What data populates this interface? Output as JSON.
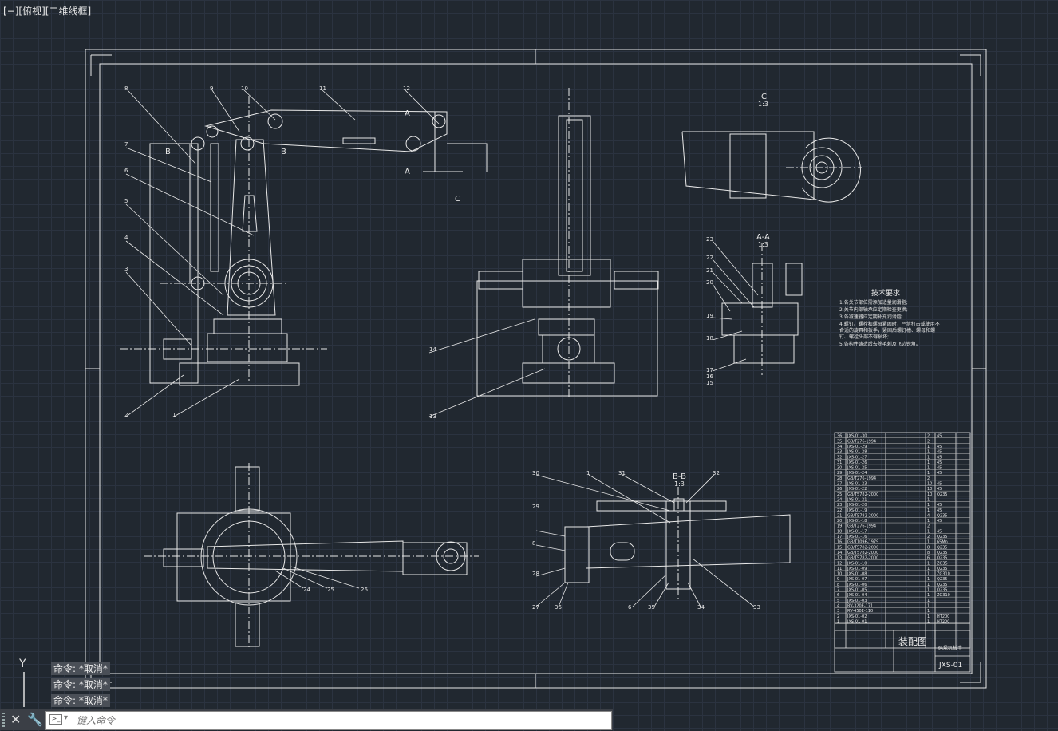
{
  "viewport": {
    "label": "[−][俯视][二维线框]"
  },
  "drawing": {
    "section_labels": {
      "b_left": "B",
      "b_right": "B",
      "a_top": "A",
      "a_bottom": "A",
      "c_small": "C",
      "view_c": "C",
      "view_c_scale": "1:3",
      "view_aa": "A-A",
      "view_aa_scale": "1:3",
      "view_bb": "B-B",
      "view_bb_scale": "1:3"
    },
    "balloons_main": [
      "8",
      "9",
      "10",
      "11",
      "12",
      "7",
      "6",
      "5",
      "4",
      "3",
      "2",
      "1"
    ],
    "balloons_front": [
      "14",
      "13"
    ],
    "balloons_section": [
      "23",
      "22",
      "21",
      "20",
      "19",
      "18",
      "17",
      "16",
      "15"
    ],
    "balloons_top": [
      "24",
      "25",
      "26"
    ],
    "balloons_bb": [
      "30",
      "1",
      "31",
      "32",
      "29",
      "8",
      "28",
      "27",
      "36",
      "6",
      "35",
      "34",
      "33"
    ],
    "tech_title": "技术要求",
    "tech_lines": [
      "1.各关节部位需添加适量润滑脂;",
      "2.关节内部轴承应定期检查更换;",
      "3.各减速器应定期补充润滑脂;",
      "4.螺钉、螺栓和螺母紧固时，严禁打击或使用不",
      "  合适的旋具和扳手，紧固后螺钉槽、螺母和螺",
      "  钉、螺栓头部不得损坏;",
      "5.各构件铸造后去除毛刺及飞边锐角。"
    ],
    "bom": {
      "rows": [
        {
          "no": "36",
          "code": "JXS-01-30",
          "qty": "2",
          "mat": "45"
        },
        {
          "no": "35",
          "code": "GB/T276-1994",
          "qty": "2",
          "mat": ""
        },
        {
          "no": "34",
          "code": "JXS-01-29",
          "qty": "1",
          "mat": "45"
        },
        {
          "no": "33",
          "code": "JXS-01-28",
          "qty": "1",
          "mat": "45"
        },
        {
          "no": "32",
          "code": "JXS-01-27",
          "qty": "1",
          "mat": "45"
        },
        {
          "no": "31",
          "code": "JXS-01-26",
          "qty": "1",
          "mat": "45"
        },
        {
          "no": "30",
          "code": "JXS-01-25",
          "qty": "1",
          "mat": "45"
        },
        {
          "no": "29",
          "code": "JXS-01-24",
          "qty": "1",
          "mat": "45"
        },
        {
          "no": "28",
          "code": "GB/T276-1994",
          "qty": "2",
          "mat": ""
        },
        {
          "no": "27",
          "code": "JXS-01-23",
          "qty": "10",
          "mat": "45"
        },
        {
          "no": "26",
          "code": "JXS-01-22",
          "qty": "10",
          "mat": "45"
        },
        {
          "no": "25",
          "code": "GB/T5782-2000",
          "qty": "10",
          "mat": "Q235"
        },
        {
          "no": "24",
          "code": "JXS-01-21",
          "qty": "1",
          "mat": ""
        },
        {
          "no": "23",
          "code": "JXS-01-20",
          "qty": "1",
          "mat": "45"
        },
        {
          "no": "22",
          "code": "JXS-01-19",
          "qty": "1",
          "mat": "45"
        },
        {
          "no": "21",
          "code": "GB/T5782-2000",
          "qty": "4",
          "mat": "Q235"
        },
        {
          "no": "20",
          "code": "JXS-01-18",
          "qty": "1",
          "mat": "45"
        },
        {
          "no": "19",
          "code": "GB/T276-1994",
          "qty": "2",
          "mat": ""
        },
        {
          "no": "18",
          "code": "JXS-01-17",
          "qty": "1",
          "mat": "45"
        },
        {
          "no": "17",
          "code": "JXS-01-16",
          "qty": "2",
          "mat": "Q235"
        },
        {
          "no": "16",
          "code": "GB/T1096-1979",
          "qty": "1",
          "mat": "65Mn"
        },
        {
          "no": "15",
          "code": "GB/T5782-2000",
          "qty": "8",
          "mat": "Q235"
        },
        {
          "no": "14",
          "code": "GB/T5782-2000",
          "qty": "8",
          "mat": "Q235"
        },
        {
          "no": "13",
          "code": "GB/T5782-2000",
          "qty": "6",
          "mat": "Q235"
        },
        {
          "no": "12",
          "code": "JXS-01-10",
          "qty": "1",
          "mat": "ZG35"
        },
        {
          "no": "11",
          "code": "JXS-01-09",
          "qty": "1",
          "mat": "Q235"
        },
        {
          "no": "10",
          "code": "JXS-01-08",
          "qty": "1",
          "mat": "ZG310"
        },
        {
          "no": "9",
          "code": "JXS-01-07",
          "qty": "1",
          "mat": "Q235"
        },
        {
          "no": "8",
          "code": "JXS-01-06",
          "qty": "1",
          "mat": "Q235"
        },
        {
          "no": "7",
          "code": "JXS-01-05",
          "qty": "1",
          "mat": "Q235"
        },
        {
          "no": "6",
          "code": "JXS-01-04",
          "qty": "1",
          "mat": "ZG310"
        },
        {
          "no": "5",
          "code": "JXS-01-03",
          "qty": "1",
          "mat": ""
        },
        {
          "no": "4",
          "code": "RV-320E-171",
          "qty": "1",
          "mat": ""
        },
        {
          "no": "3",
          "code": "RV-450E-110",
          "qty": "1",
          "mat": ""
        },
        {
          "no": "2",
          "code": "JXS-01-02",
          "qty": "1",
          "mat": "HT200"
        },
        {
          "no": "1",
          "code": "JXS-01-01",
          "qty": "1",
          "mat": "HT200"
        }
      ],
      "title": "装配图",
      "company": "码垛机械手",
      "drawing_no": "JXS-01"
    }
  },
  "command_history": [
    "命令: *取消*",
    "命令: *取消*",
    "命令: *取消*"
  ],
  "command_line": {
    "placeholder": "键入命令"
  },
  "ucs": {
    "y_label": "Y"
  },
  "colors": {
    "background": "#212830",
    "grid": "#2b3340",
    "lines": "#ffffff"
  }
}
